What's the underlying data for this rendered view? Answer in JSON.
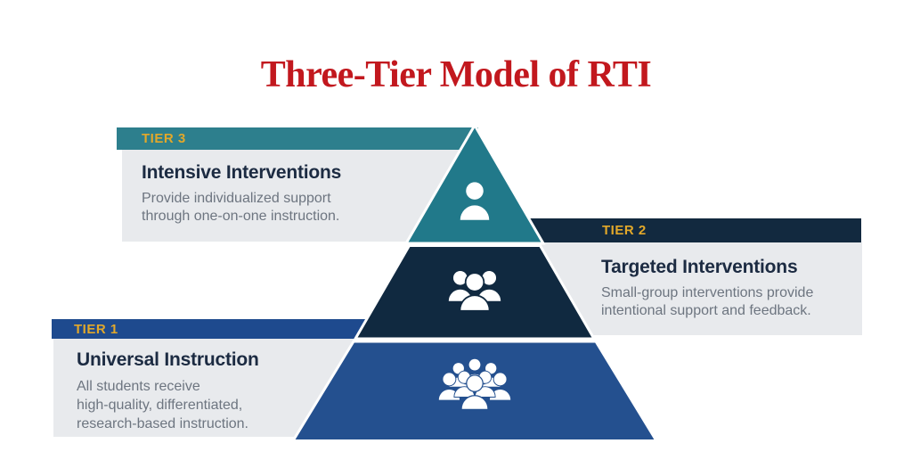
{
  "title": "Three-Tier Model of RTI",
  "colors": {
    "title_red": "#c2181e",
    "tier_label_yellow": "#e2a82a",
    "card_bg_gray": "#e8eaed",
    "heading_navy": "#1c2b42",
    "body_gray": "#6d7580",
    "pyramid_stroke_white": "#ffffff"
  },
  "tiers": [
    {
      "label": "TIER 3",
      "heading": "Intensive Interventions",
      "description": "Provide individualized support\nthrough one-on-one instruction.",
      "header_color": "#2d7f8d",
      "pyramid_color": "#21798a",
      "icon": "single-person-icon"
    },
    {
      "label": "TIER 2",
      "heading": "Targeted Interventions",
      "description": "Small-group interventions provide\nintentional support and feedback.",
      "header_color": "#12293f",
      "pyramid_color": "#102940",
      "icon": "three-person-group-icon"
    },
    {
      "label": "TIER 1",
      "heading": "Universal Instruction",
      "description": "All students receive\nhigh-quality, differentiated,\nresearch-based instruction.",
      "header_color": "#1e4a8e",
      "pyramid_color": "#24508f",
      "icon": "crowd-icon"
    }
  ]
}
